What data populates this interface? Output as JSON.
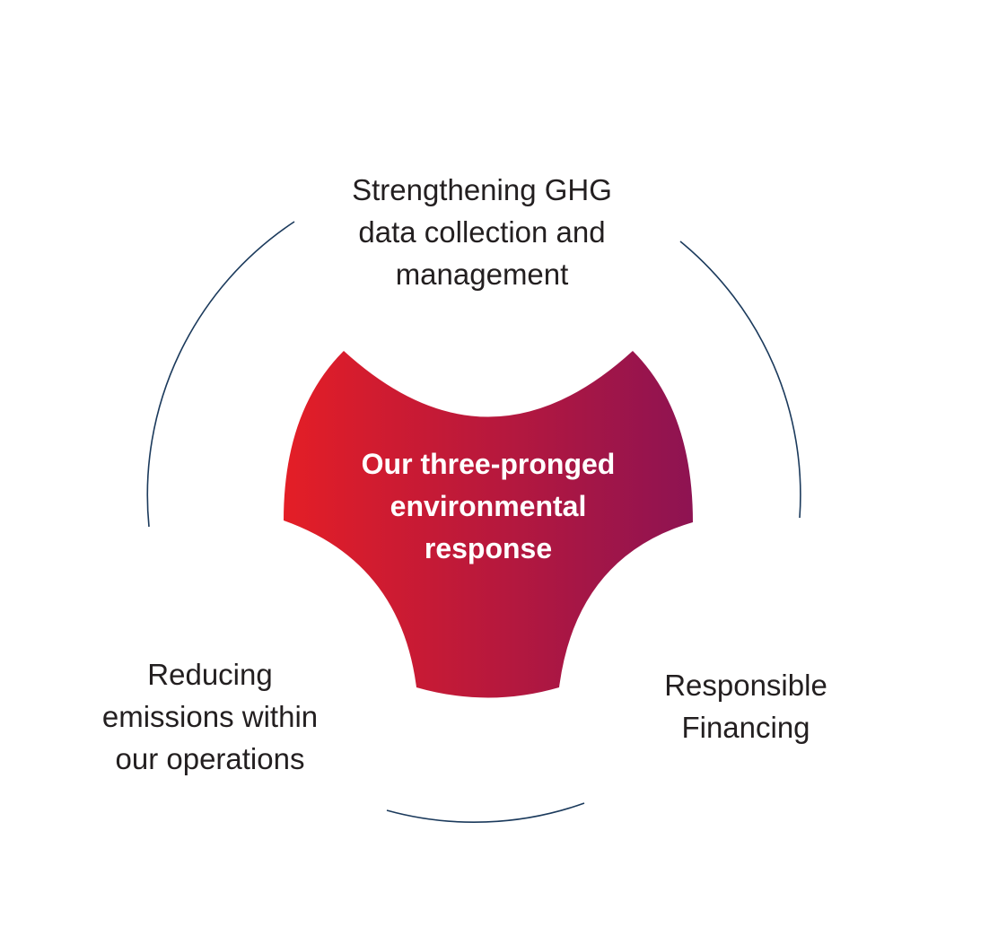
{
  "diagram": {
    "center_text": "Our three-pronged\nenvironmental\nresponse",
    "prongs": [
      {
        "id": "top",
        "text": "Strengthening GHG\ndata collection and\nmanagement"
      },
      {
        "id": "bottom-left",
        "text": "Reducing\nemissions within\nour operations"
      },
      {
        "id": "bottom-right",
        "text": "Responsible\nFinancing"
      }
    ],
    "colors": {
      "gradient_start": "#e41e26",
      "gradient_end": "#8e1352",
      "ring_stroke": "#1b3a5c",
      "label_text": "#231f20",
      "center_text": "#ffffff"
    }
  }
}
